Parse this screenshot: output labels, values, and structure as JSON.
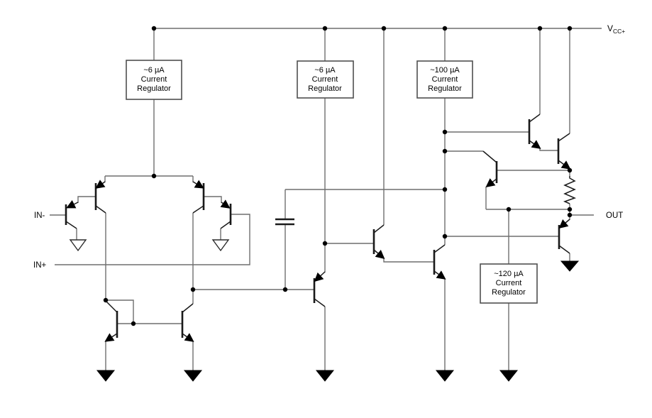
{
  "labels": {
    "vcc_v": "V",
    "vcc_sub": "CC+",
    "out": "OUT",
    "in_minus": "IN-",
    "in_plus": "IN+"
  },
  "regulators": [
    {
      "line1": "~6 µA",
      "line2": "Current",
      "line3": "Regulator"
    },
    {
      "line1": "~6 µA",
      "line2": "Current",
      "line3": "Regulator"
    },
    {
      "line1": "~100 µA",
      "line2": "Current",
      "line3": "Regulator"
    },
    {
      "line1": "~120 µA",
      "line2": "Current",
      "line3": "Regulator"
    }
  ],
  "colors": {
    "wire": "#6e6e6e",
    "symbol": "#1a1a1a",
    "background": "#ffffff"
  }
}
